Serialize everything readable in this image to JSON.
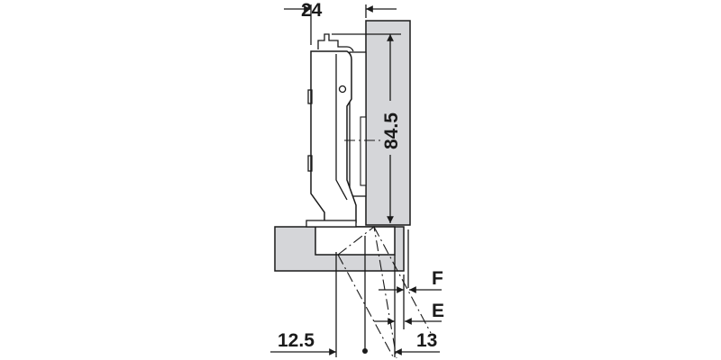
{
  "dimensions": {
    "overlay_width": "24",
    "height": "84.5",
    "cup_offset": "12.5",
    "cup_distance": "13",
    "label_f": "F",
    "label_e": "E"
  },
  "colors": {
    "panel": "#d5d6d9",
    "line": "#1a1a1a"
  }
}
